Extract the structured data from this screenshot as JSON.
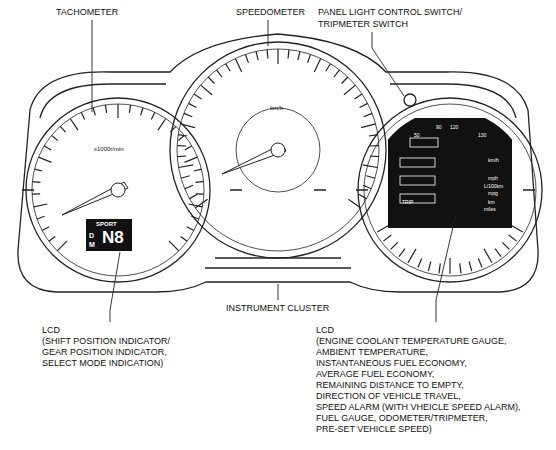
{
  "diagram": {
    "labels": [
      "TACHOMETER",
      "SPEEDOMETER",
      "PANEL LIGHT CONTROL SWITCH/",
      "TRIPMETER SWITCH",
      "x1000r/min",
      "km/h",
      "SPORT",
      "D",
      "M",
      "N8",
      "INSTRUMENT CLUSTER",
      "LCD",
      "(SHIFT POSITION INDICATOR/",
      "GEAR POSITION INDICATOR,",
      "SELECT MODE INDICATION)",
      "LCD",
      "(ENGINE COOLANT TEMPERATURE GAUGE,",
      "AMBIENT TEMPERATURE,",
      "INSTANTANEOUS FUEL ECONOMY,",
      "AVERAGE FUEL ECONOMY,",
      "REMAINING DISTANCE TO EMPTY,",
      "DIRECTION OF VEHICLE TRAVEL,",
      "SPEED ALARM (WITH VHEICLE SPEED ALARM),",
      "FUEL GAUGE, ODOMETER/TRIPMETER,",
      "PRE-SET VEHICLE SPEED)",
      "50",
      "90",
      "120",
      "130",
      "km/h",
      "mph",
      "L/100km",
      "mpg",
      "TRIP",
      "km",
      "miles"
    ]
  }
}
